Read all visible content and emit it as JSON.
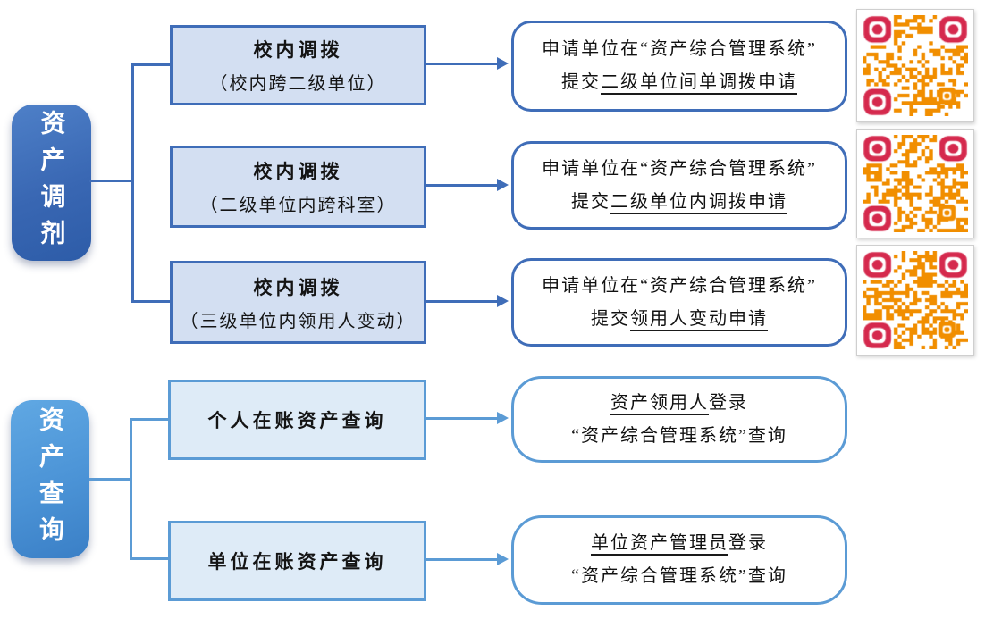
{
  "palette": {
    "dark_blue": "#3F6DB8",
    "light_blue": "#5B9BD5",
    "node_fill_dark": "#D3DFF2",
    "node_fill_light": "#DEEBF7",
    "label1_top": "#4E80C8",
    "label1_mid": "#3967B3",
    "label1_bottom": "#2D5CA8",
    "label2_top": "#60A8E3",
    "label2_mid": "#4B93D6",
    "label2_bottom": "#3A7FC6",
    "qr_orange": "#F18E00",
    "qr_red": "#D5294D"
  },
  "diagram": {
    "sections": [
      {
        "label": "资产调剂",
        "rows": [
          {
            "node_title": "校内调拨",
            "node_subtitle": "（校内跨二级单位）",
            "result_line1": "申请单位在“资产综合管理系统”",
            "result_line2_prefix": "提交",
            "result_line2_underline": "二级单位间单调拨申请"
          },
          {
            "node_title": "校内调拨",
            "node_subtitle": "（二级单位内跨科室）",
            "result_line1": "申请单位在“资产综合管理系统”",
            "result_line2_prefix": "提交",
            "result_line2_underline": "二级单位内调拨申请"
          },
          {
            "node_title": "校内调拨",
            "node_subtitle": "（三级单位内领用人变动）",
            "result_line1": "申请单位在“资产综合管理系统”",
            "result_line2_prefix": "提交",
            "result_line2_underline": "领用人变动申请"
          }
        ]
      },
      {
        "label": "资产查询",
        "rows": [
          {
            "node_title": "个人在账资产查询",
            "result_line1_underline": "资产领用人",
            "result_line1_suffix": "登录",
            "result_line2": "“资产综合管理系统”查询"
          },
          {
            "node_title": "单位在账资产查询",
            "result_line1_underline": "单位资产管理员",
            "result_line1_suffix": "登录",
            "result_line2": "“资产综合管理系统”查询"
          }
        ]
      }
    ]
  },
  "qr_codes": [
    {
      "label": "qr-code-1"
    },
    {
      "label": "qr-code-2"
    },
    {
      "label": "qr-code-3"
    }
  ]
}
